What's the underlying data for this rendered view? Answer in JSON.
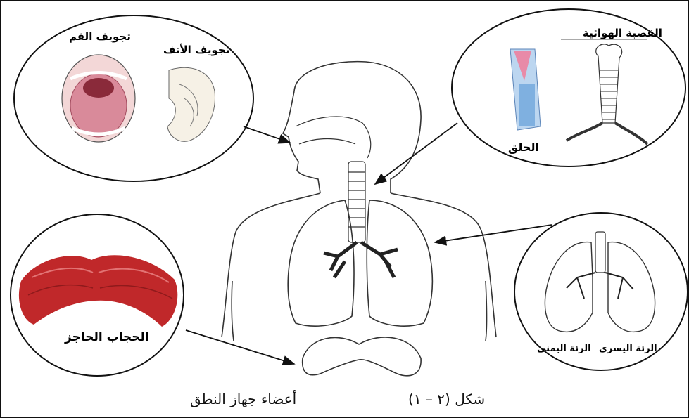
{
  "labels": {
    "oral_cavity": "تجويف الفم",
    "nasal_cavity": "تجويف الأنف",
    "larynx": "الحلق",
    "trachea": "القصبة الهوائية",
    "diaphragm": "الحجاب الحاجز",
    "left_lung": "الرئة اليسرى",
    "right_lung": "الرئة اليمنى"
  },
  "caption": {
    "figure": "شكل (٢ – ١)",
    "title": "أعضاء جهاز النطق"
  },
  "colors": {
    "outline": "#333333",
    "diaphragm": "#c0282a",
    "mouth": "#d98a9a",
    "larynx_blue": "#7fb0e0",
    "larynx_pink": "#e88aa8"
  }
}
